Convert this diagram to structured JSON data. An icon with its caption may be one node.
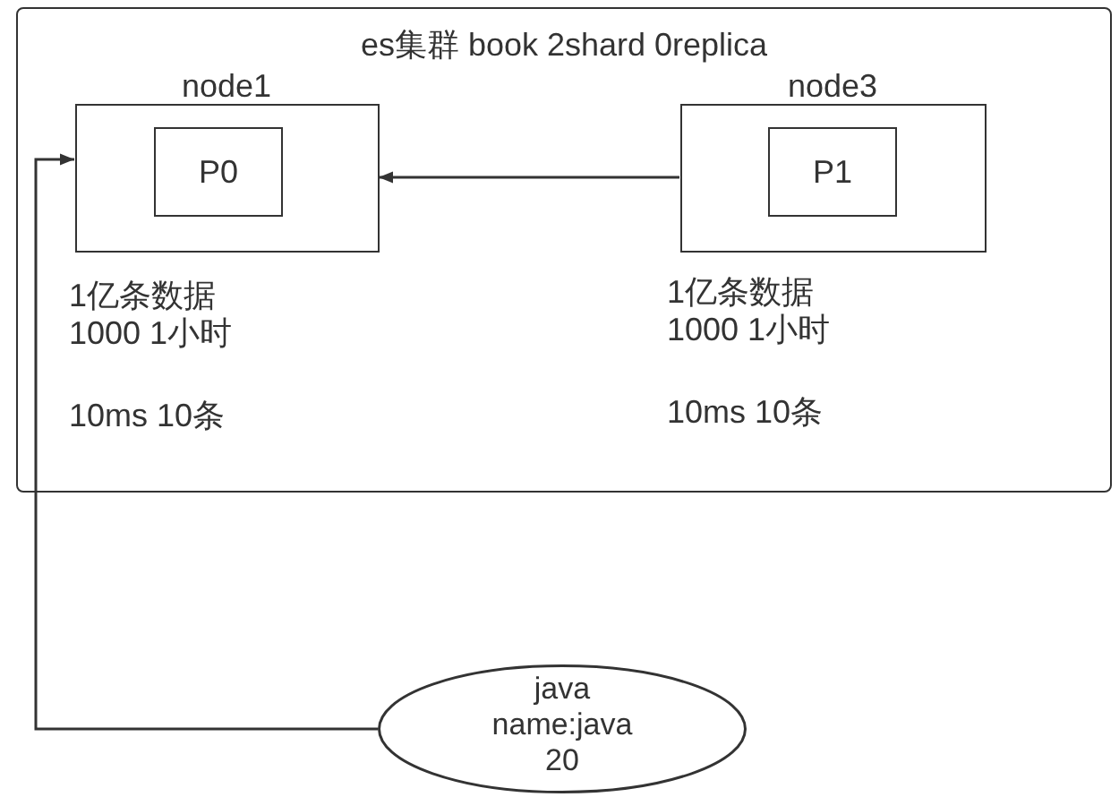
{
  "diagram": {
    "nodes": [
      {
        "text": [
          "es集群 book 2shard 0replica"
        ]
      },
      {
        "text": [
          "node1"
        ],
        "in": 0,
        "beside": [
          "1亿条数据",
          "1000 1小时",
          "10ms 10条"
        ]
      },
      {
        "text": [
          "P0"
        ],
        "in": 1
      },
      {
        "text": [
          "node3"
        ],
        "in": 0,
        "beside": [
          "1亿条数据",
          "1000 1小时",
          "10ms 10条"
        ]
      },
      {
        "text": [
          "P1"
        ],
        "in": 3
      },
      {
        "text": [
          "java name:java 20"
        ]
      }
    ],
    "edges": [
      {
        "from": 3,
        "to": 1,
        "arrow": "to"
      },
      {
        "from": 5,
        "to": 1,
        "arrow": "to"
      }
    ]
  }
}
